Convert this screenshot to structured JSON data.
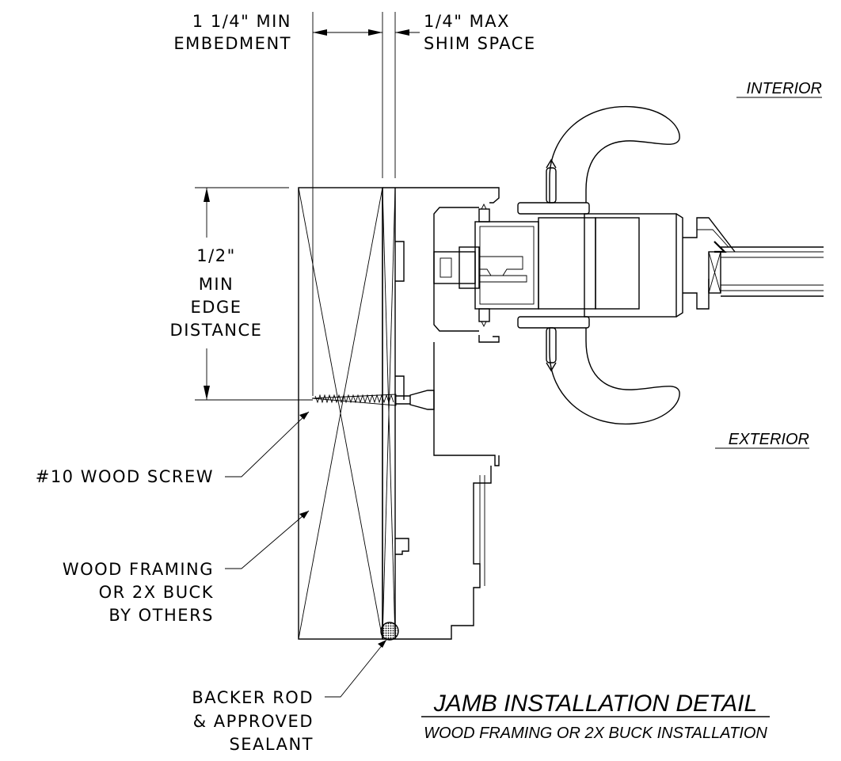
{
  "labels": {
    "embedment_1": "1 1/4\" MIN",
    "embedment_2": "EMBEDMENT",
    "shim_1": "1/4\" MAX",
    "shim_2": "SHIM SPACE",
    "interior": "INTERIOR",
    "exterior": "EXTERIOR",
    "edge_1": "1/2\"",
    "edge_2": "MIN",
    "edge_3": "EDGE",
    "edge_4": "DISTANCE",
    "screw": "#10 WOOD SCREW",
    "framing_1": "WOOD FRAMING",
    "framing_2": "OR 2X BUCK",
    "framing_3": "BY OTHERS",
    "backer_1": "BACKER ROD",
    "backer_2": "& APPROVED",
    "backer_3": "SEALANT"
  },
  "title": {
    "main": "JAMB INSTALLATION DETAIL",
    "sub": "WOOD FRAMING OR 2X BUCK INSTALLATION"
  }
}
